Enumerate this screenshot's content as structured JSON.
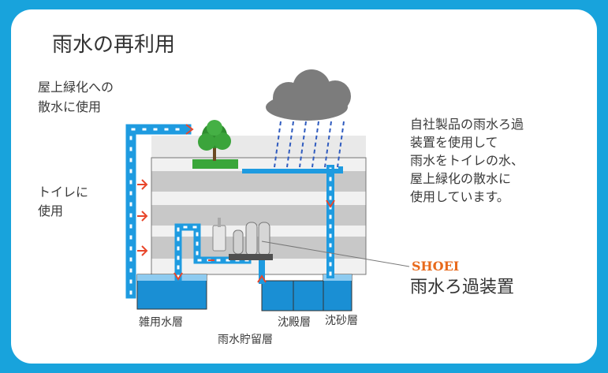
{
  "title": "雨水の再利用",
  "rooftop_note": [
    "屋上緑化への",
    "散水に使用"
  ],
  "toilet_note": [
    "トイレに",
    "使用"
  ],
  "description": [
    "自社製品の雨水ろ過",
    "装置を使用して",
    "雨水をトイレの水、",
    "屋上緑化の散水に",
    "使用しています。"
  ],
  "brand": "SHOEI",
  "device_name": "雨水ろ過装置",
  "tanks": {
    "misc": "雑用水層",
    "storage": "雨水貯留層",
    "sediment": "沈殿層",
    "sand": "沈砂層"
  },
  "colors": {
    "border": "#18a3dc",
    "pipe": "#1e9be0",
    "water": "#1a8fd4",
    "arrow": "#e8462a",
    "brand": "#e86a1c",
    "rain": "#2f5bbf",
    "grass": "#3aa63a",
    "cloud": "#7c7c7c"
  }
}
